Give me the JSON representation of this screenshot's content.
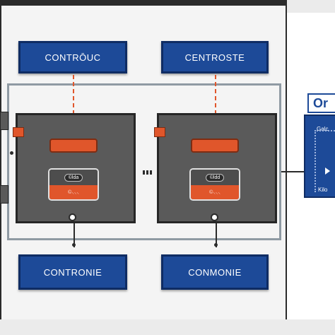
{
  "diagram": {
    "controllers_top": [
      {
        "label": "CONTRŌUC"
      },
      {
        "label": "CENTROSTE"
      }
    ],
    "controllers_bottom": [
      {
        "label": "CONTRONIE"
      },
      {
        "label": "CONMONIE"
      }
    ],
    "modules": [
      {
        "slot_top_label": "©lda",
        "slot_bottom_label": "©⸜⸜⸜"
      },
      {
        "slot_top_label": "©ldd",
        "slot_bottom_label": "©⸜⸜⸜"
      }
    ],
    "connector_label": "",
    "right_panel": {
      "title": "Or",
      "line1": "Galc",
      "line2": "Kilo"
    }
  },
  "colors": {
    "blue": "#1d4a98",
    "orange": "#e0562b",
    "module_gray": "#5a5a5a",
    "frame_gray": "#8f9aa3"
  }
}
